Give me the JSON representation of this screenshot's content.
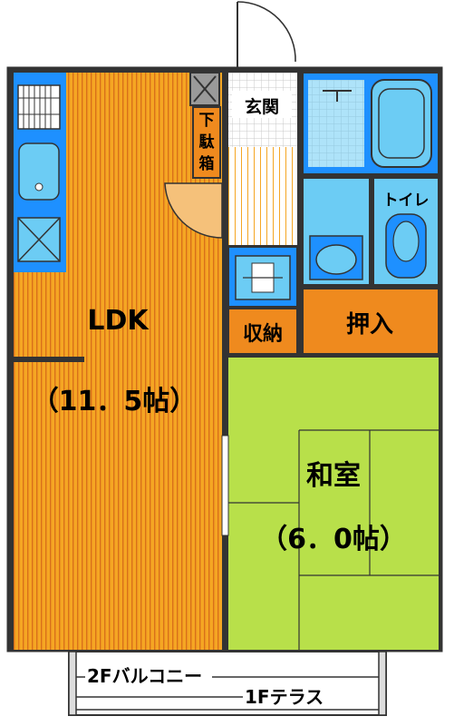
{
  "rooms": {
    "ldk": {
      "name": "LDK",
      "size": "（11．5帖）"
    },
    "washitsu": {
      "name": "和室",
      "size": "（6．0帖）"
    },
    "genkan": {
      "name": "玄関"
    },
    "getabako": {
      "name": "下駄箱"
    },
    "shuno": {
      "name": "収納"
    },
    "oshiire": {
      "name": "押入"
    },
    "toilet": {
      "name": "トイレ"
    }
  },
  "balcony": {
    "label_2f": "2Fバルコニー",
    "label_1f": "1Fテラス"
  },
  "colors": {
    "ldk_floor": "#F5A623",
    "ldk_stripe": "#D9701A",
    "tatami": "#B8E04A",
    "water": "#6CCCF4",
    "fixture_blue": "#1E90FF",
    "storage": "#EF8A1E",
    "wall": "#333333"
  }
}
